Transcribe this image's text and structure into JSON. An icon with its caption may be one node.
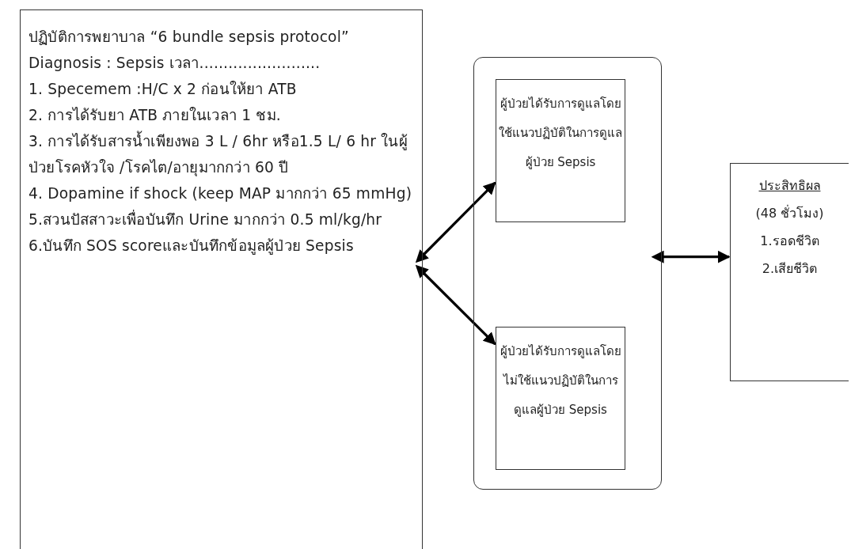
{
  "diagram": {
    "nodes": [
      {
        "text": [
          "ปฏิบัติการพยาบาล “6 bundle sepsis protocol”",
          "Diagnosis : Sepsis เวลา.........................",
          "1. Specemem :H/C x 2 ก่อนให้ยา ATB",
          "2. การได้รับยา ATB ภายในเวลา 1 ชม.",
          "3. การได้รับสารน้ำเพียงพอ 3 L / 6hr หรือ1.5 L/ 6 hr ในผู้ป่วยโรคหัวใจ /โรคไต/อายุมากกว่า 60 ปี",
          "4. Dopamine if shock (keep MAP มากกว่า 65 mmHg)",
          "5.สวนปัสสาวะเพื่อบันทึก Urine มากกว่า 0.5 ml/kg/hr",
          "6.บันทึก SOS scoreและบันทึกข้อมูลผู้ป่วย Sepsis"
        ]
      },
      {
        "text": [],
        "shape": "box"
      },
      {
        "text": [
          "ผู้ป่วยได้รับการดูแลโดยใช้แนวปฏิบัติในการดูแลผู้ป่วย Sepsis"
        ],
        "in": 1
      },
      {
        "text": [
          "ผู้ป่วยได้รับการดูแลโดยไม่ใช้แนวปฏิบัติในการดูแลผู้ป่วย Sepsis"
        ],
        "in": 1
      },
      {
        "text": [
          "ประสิทธิผล",
          "(48 ชั่วโมง)",
          "1.รอดชีวิต",
          "2.เสียชีวิต"
        ]
      }
    ],
    "edges": [
      {
        "from": 0,
        "to": 2,
        "arrow": "both"
      },
      {
        "from": 0,
        "to": 3,
        "arrow": "both"
      },
      {
        "from": 1,
        "to": 4,
        "arrow": "both"
      }
    ]
  }
}
